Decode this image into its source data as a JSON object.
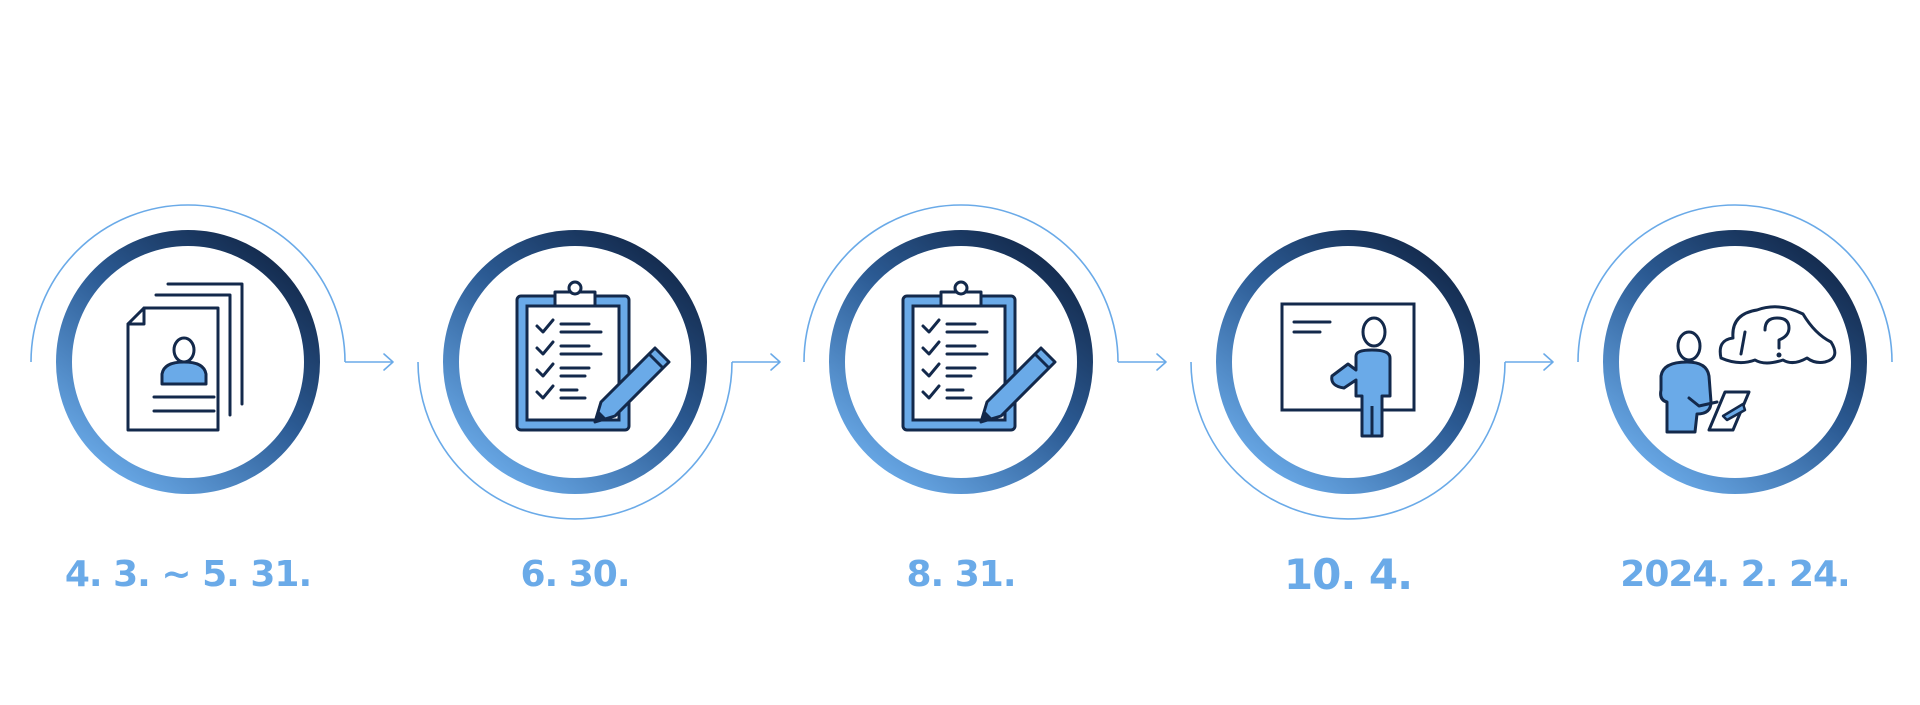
{
  "colors": {
    "navy": "#13294b",
    "accent": "#6aaae8",
    "line": "#6aaae8",
    "date": "#6aaae8"
  },
  "steps": [
    {
      "date": "4. 3. ~ 5. 31.",
      "icon": "resume-documents-icon"
    },
    {
      "date": "6. 30.",
      "icon": "clipboard-checklist-icon"
    },
    {
      "date": "8. 31.",
      "icon": "clipboard-checklist-icon"
    },
    {
      "date": "10. 4.",
      "icon": "presenter-board-icon"
    },
    {
      "date": "2024. 2. 24.",
      "icon": "interview-question-icon"
    }
  ]
}
